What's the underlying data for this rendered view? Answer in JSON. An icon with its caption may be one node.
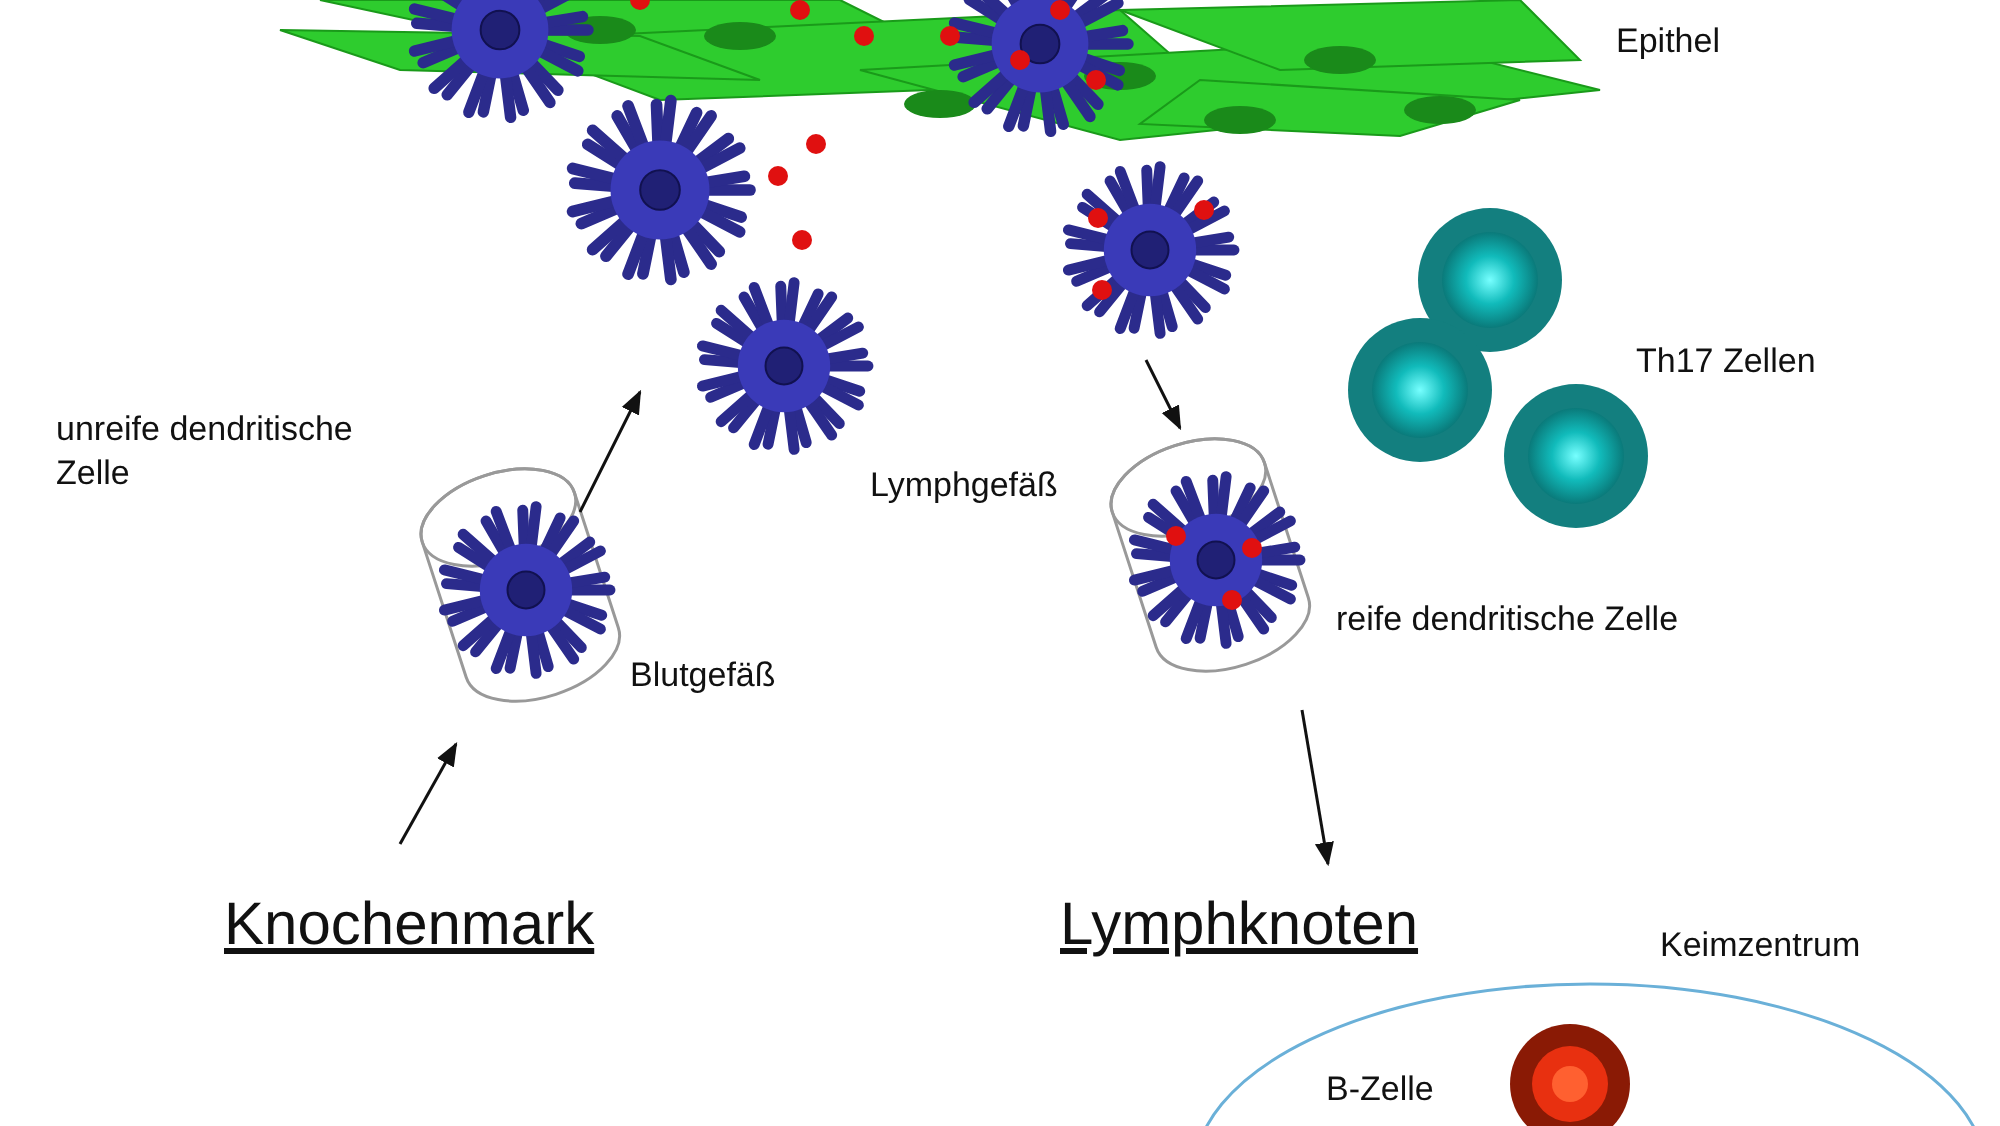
{
  "diagram": {
    "nodes": [
      {
        "text": [
          "Knochenmark"
        ]
      },
      {
        "text": [],
        "shape": "cylinder",
        "beside": [
          "Blutgefäß"
        ]
      },
      {
        "text": [],
        "shape": "picture"
      },
      {
        "text": [],
        "shape": "picture"
      },
      {
        "text": [],
        "shape": "cylinder",
        "beside": [
          "Lymphgefäß"
        ]
      },
      {
        "text": [
          "Lymphknoten"
        ]
      },
      {
        "text": [
          "Keimzentrum",
          "B-Zelle"
        ]
      }
    ],
    "edges": [
      {
        "from": 0,
        "to": 1,
        "arrow": "to"
      },
      {
        "from": 1,
        "to": 2,
        "arrow": "to"
      },
      {
        "from": 3,
        "to": 4,
        "arrow": "to"
      },
      {
        "from": 4,
        "to": 5,
        "arrow": "to"
      }
    ],
    "labels": [
      "Epithel",
      "unreife dendritische Zelle",
      "Th17 Zellen",
      "reife dendritische Zelle"
    ]
  }
}
